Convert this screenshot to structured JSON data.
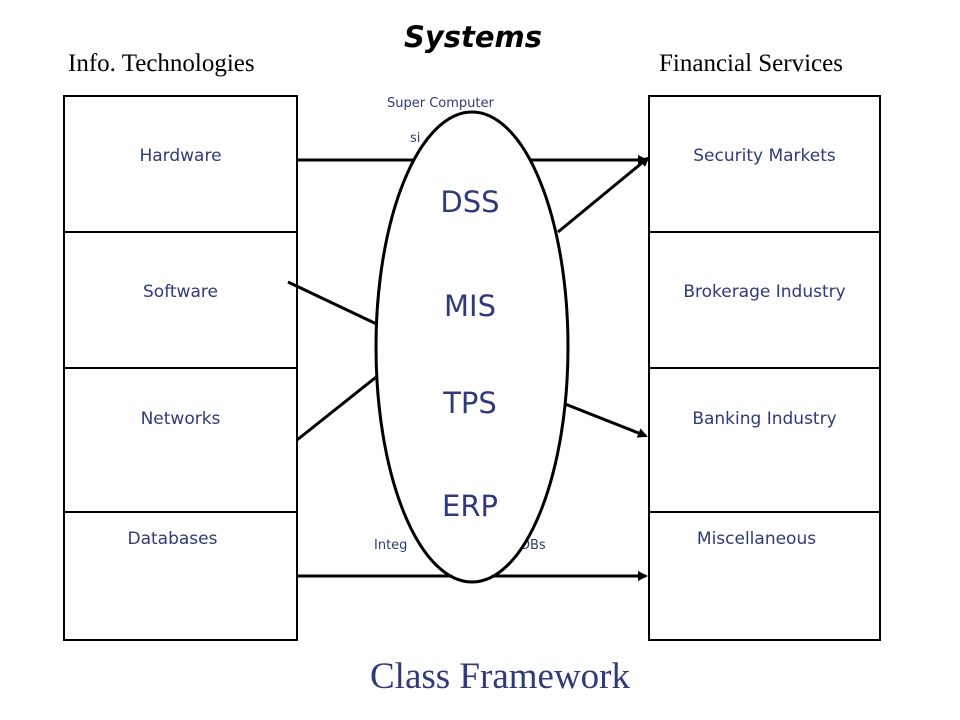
{
  "header": {
    "title": "Systems"
  },
  "columns": {
    "left_title": "Info. Technologies",
    "right_title": "Financial Services"
  },
  "left_boxes": [
    "Hardware",
    "Software",
    "Networks",
    "Databases"
  ],
  "right_boxes": [
    "Security Markets",
    "Brokerage Industry",
    "Banking Industry",
    "Miscellaneous"
  ],
  "center": {
    "top_label_line1": "Super Computer",
    "top_label_line2": "si",
    "bottom_label_left": "Integ",
    "bottom_label_right": "DBs",
    "systems": [
      "DSS",
      "MIS",
      "TPS",
      "ERP"
    ]
  },
  "footer": {
    "caption": "Class Framework"
  },
  "colors": {
    "text_blue": "#2e3a7a",
    "lines": "#000000"
  }
}
